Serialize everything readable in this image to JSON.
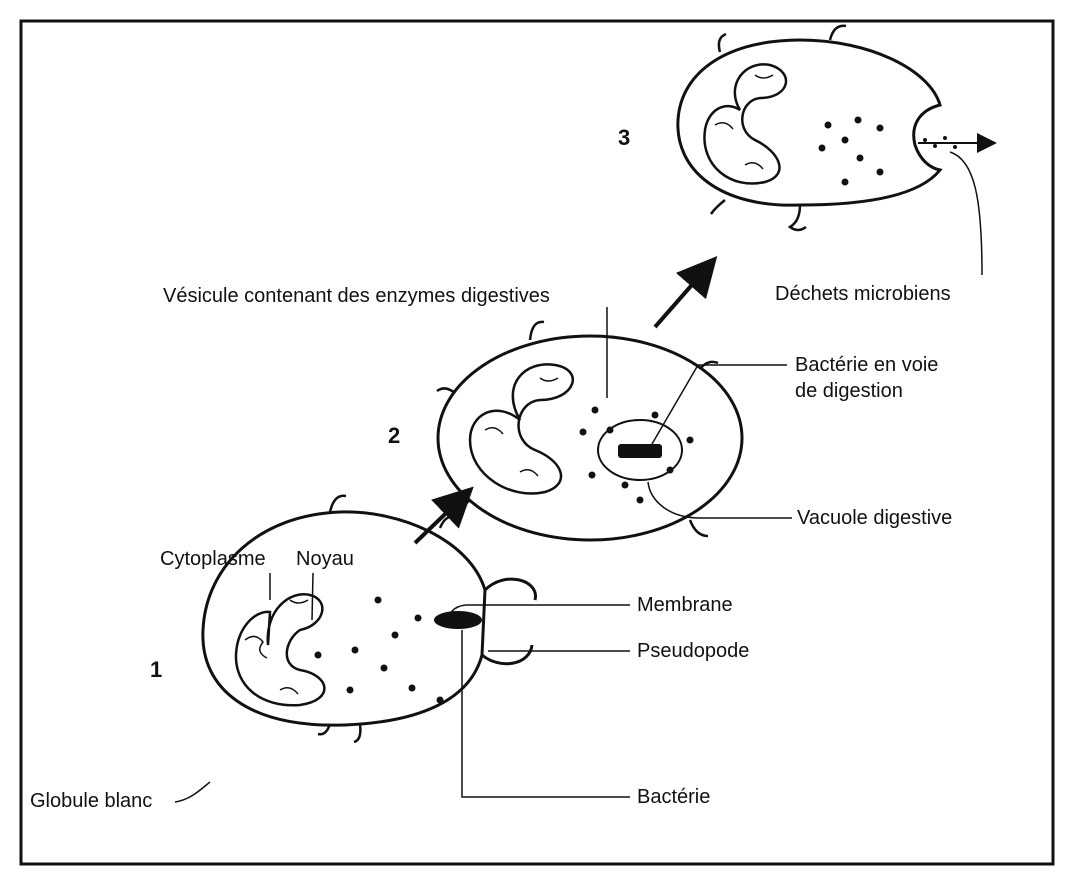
{
  "diagram": {
    "stage_numbers": [
      "1",
      "2",
      "3"
    ],
    "labels": {
      "vesicle": "Vésicule contenant des enzymes digestives",
      "waste": "Déchets microbiens",
      "bacteria_digesting_line1": "Bactérie en voie",
      "bacteria_digesting_line2": "de digestion",
      "digestive_vacuole": "Vacuole digestive",
      "cytoplasm": "Cytoplasme",
      "nucleus": "Noyau",
      "membrane": "Membrane",
      "pseudopod": "Pseudopode",
      "bacteria": "Bactérie",
      "white_cell": "Globule blanc"
    }
  }
}
